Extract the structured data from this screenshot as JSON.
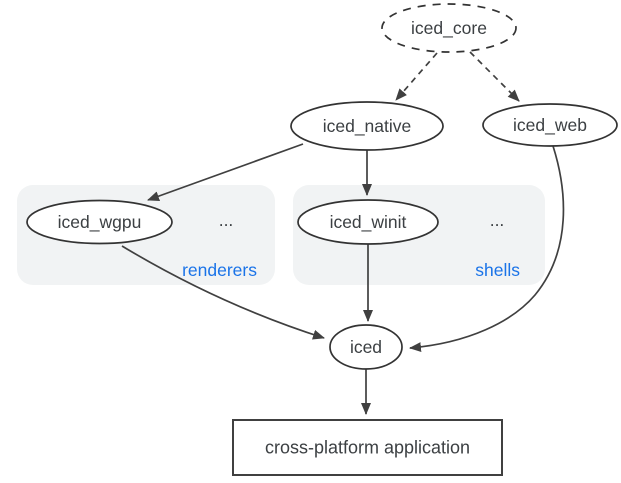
{
  "diagram": {
    "nodes": {
      "iced_core": "iced_core",
      "iced_native": "iced_native",
      "iced_web": "iced_web",
      "iced_wgpu": "iced_wgpu",
      "iced_winit": "iced_winit",
      "iced": "iced",
      "application": "cross-platform application"
    },
    "groups": {
      "renderers": {
        "label": "renderers",
        "ellipsis": "..."
      },
      "shells": {
        "label": "shells",
        "ellipsis": "..."
      }
    },
    "colors": {
      "background": "#ffffff",
      "node_fill": "#ffffff",
      "node_stroke": "#333333",
      "edge_stroke": "#404040",
      "group_fill": "#f1f3f4",
      "group_label_blue": "#1a73e8",
      "text": "#3c4043"
    }
  }
}
